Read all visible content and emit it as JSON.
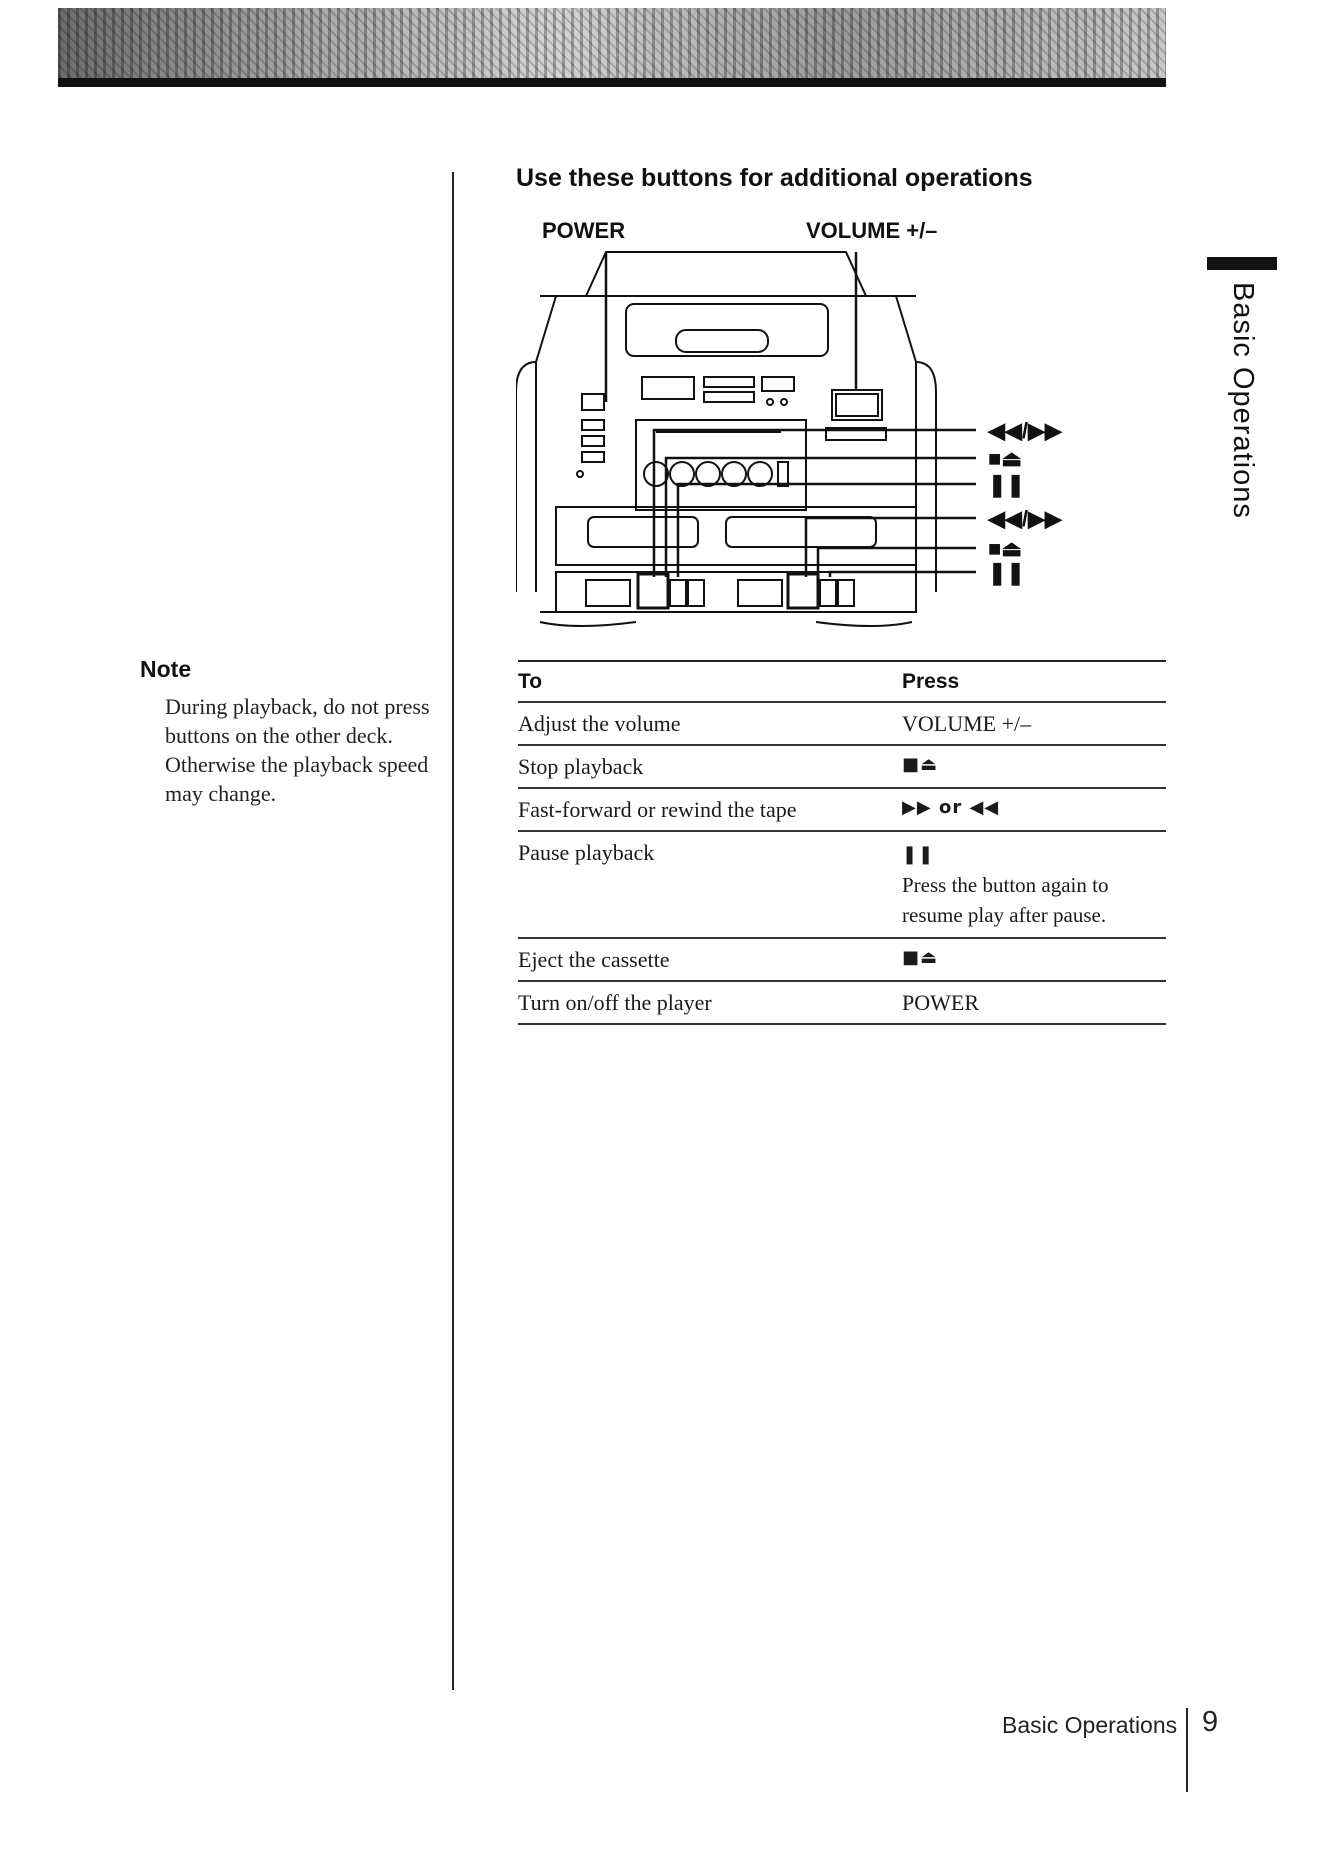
{
  "side_tab": "Basic Operations",
  "note": {
    "title": "Note",
    "text": "During playback, do not press buttons on the other deck. Otherwise the playback speed may change."
  },
  "section": {
    "heading": "Use these buttons for additional operations"
  },
  "diagram": {
    "top_labels": [
      "POWER",
      "VOLUME +/–"
    ],
    "right_labels": [
      "◀◀/▶▶",
      "■⏏",
      "❚❚",
      "◀◀/▶▶",
      "■⏏",
      "❚❚"
    ]
  },
  "table": {
    "headers": {
      "to": "To",
      "press": "Press"
    },
    "rows": [
      {
        "to": "Adjust the volume",
        "press": "VOLUME +/–"
      },
      {
        "to": "Stop playback",
        "press": "■⏏"
      },
      {
        "to": "Fast-forward or rewind the tape",
        "press": "▶▶ or ◀◀"
      },
      {
        "to": "Pause playback",
        "press": "❚❚",
        "press_note": "Press the button again to resume play after pause."
      },
      {
        "to": "Eject the cassette",
        "press": "■⏏"
      },
      {
        "to": "Turn on/off the player",
        "press": "POWER"
      }
    ]
  },
  "footer": {
    "section": "Basic Operations",
    "page": "9"
  }
}
